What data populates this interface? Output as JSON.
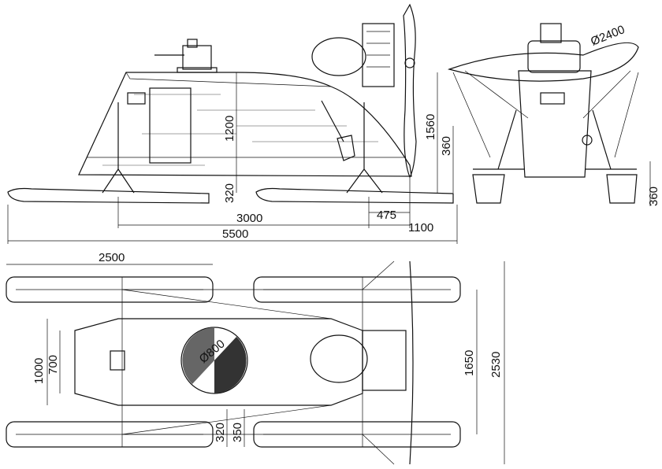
{
  "dimensions": {
    "side": {
      "total_length": "5500",
      "ski_span": "3000",
      "rear_offset": "475",
      "rear_overhang": "1100",
      "body_height": "1200",
      "ground_clearance": "320",
      "prop_height": "1560",
      "hub_height": "360"
    },
    "front": {
      "prop_diameter": "Ø2400",
      "clearance": "360"
    },
    "top": {
      "ski_length": "2500",
      "body_width": "1000",
      "inner_width": "700",
      "hatch_diameter": "Ø800",
      "track": "1650",
      "overall_width": "2530",
      "ski_width": "320",
      "ski_gap": "350"
    }
  }
}
